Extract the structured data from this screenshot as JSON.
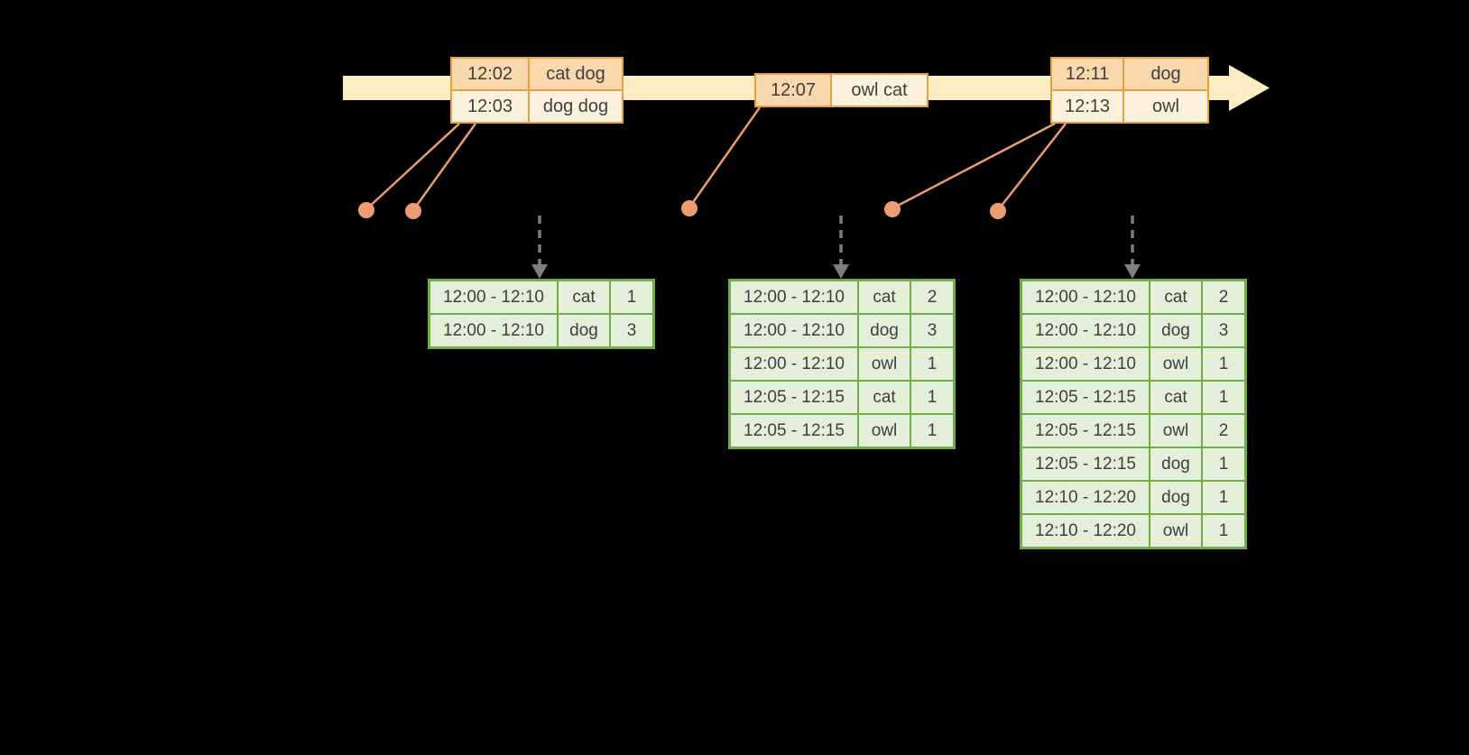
{
  "timeline": {
    "event_groups": [
      {
        "rows": [
          {
            "time": "12:02",
            "words": "cat dog"
          },
          {
            "time": "12:03",
            "words": "dog dog"
          }
        ]
      },
      {
        "rows": [
          {
            "time": "12:07",
            "words": "owl cat"
          }
        ]
      },
      {
        "rows": [
          {
            "time": "12:11",
            "words": "dog"
          },
          {
            "time": "12:13",
            "words": "owl"
          }
        ]
      }
    ]
  },
  "result_tables": [
    {
      "rows": [
        {
          "window": "12:00 - 12:10",
          "word": "cat",
          "count": "1"
        },
        {
          "window": "12:00 - 12:10",
          "word": "dog",
          "count": "3"
        }
      ]
    },
    {
      "rows": [
        {
          "window": "12:00 - 12:10",
          "word": "cat",
          "count": "2"
        },
        {
          "window": "12:00 - 12:10",
          "word": "dog",
          "count": "3"
        },
        {
          "window": "12:00 - 12:10",
          "word": "owl",
          "count": "1"
        },
        {
          "window": "12:05 - 12:15",
          "word": "cat",
          "count": "1"
        },
        {
          "window": "12:05 - 12:15",
          "word": "owl",
          "count": "1"
        }
      ]
    },
    {
      "rows": [
        {
          "window": "12:00 - 12:10",
          "word": "cat",
          "count": "2"
        },
        {
          "window": "12:00 - 12:10",
          "word": "dog",
          "count": "3"
        },
        {
          "window": "12:00 - 12:10",
          "word": "owl",
          "count": "1"
        },
        {
          "window": "12:05 - 12:15",
          "word": "cat",
          "count": "1"
        },
        {
          "window": "12:05 - 12:15",
          "word": "owl",
          "count": "2"
        },
        {
          "window": "12:05 - 12:15",
          "word": "dog",
          "count": "1"
        },
        {
          "window": "12:10 - 12:20",
          "word": "dog",
          "count": "1"
        },
        {
          "window": "12:10 - 12:20",
          "word": "owl",
          "count": "1"
        }
      ]
    }
  ],
  "icons": {
    "timeline_arrowhead": "right-arrow",
    "trigger_arrow": "dashed-down-arrow",
    "event_point": "filled-circle"
  },
  "colors": {
    "background": "#000000",
    "timeline_fill": "#FAEDC4",
    "event_border": "#E8A13C",
    "event_row_dark": "#F8D8AC",
    "event_row_light": "#FCF1DC",
    "connector": "#EC9B72",
    "result_border": "#71AD47",
    "result_fill": "#E3EFD9",
    "trigger_arrow": "#7F7F7F",
    "text": "#3F3F3F"
  }
}
